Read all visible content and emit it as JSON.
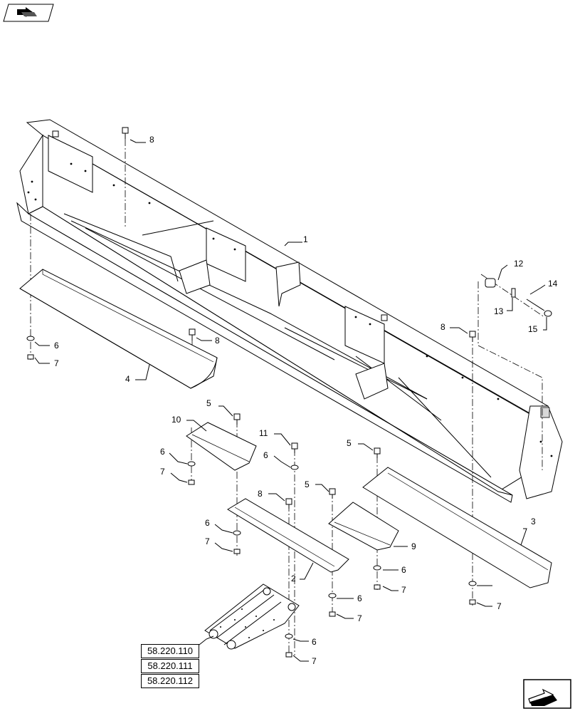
{
  "reference_links": [
    "58.220.110",
    "58.220.111",
    "58.220.112"
  ],
  "callouts": {
    "c1": "1",
    "c2": "2",
    "c3": "3",
    "c4": "4",
    "c5a": "5",
    "c5b": "5",
    "c5c": "5",
    "c6a": "6",
    "c6b": "6",
    "c6c": "6",
    "c6d": "6",
    "c6e": "6",
    "c6f": "6",
    "c6g": "6",
    "c7a": "7",
    "c7b": "7",
    "c7c": "7",
    "c7d": "7",
    "c7e": "7",
    "c7f": "7",
    "c7g": "7",
    "c8a": "8",
    "c8b": "8",
    "c8c": "8",
    "c8d": "8",
    "c9": "9",
    "c10": "10",
    "c11": "11",
    "c12": "12",
    "c13": "13",
    "c14": "14",
    "c15": "15"
  },
  "icons": {
    "top_left": "previous-page-arrow-icon",
    "bottom_right": "next-page-arrow-icon"
  }
}
